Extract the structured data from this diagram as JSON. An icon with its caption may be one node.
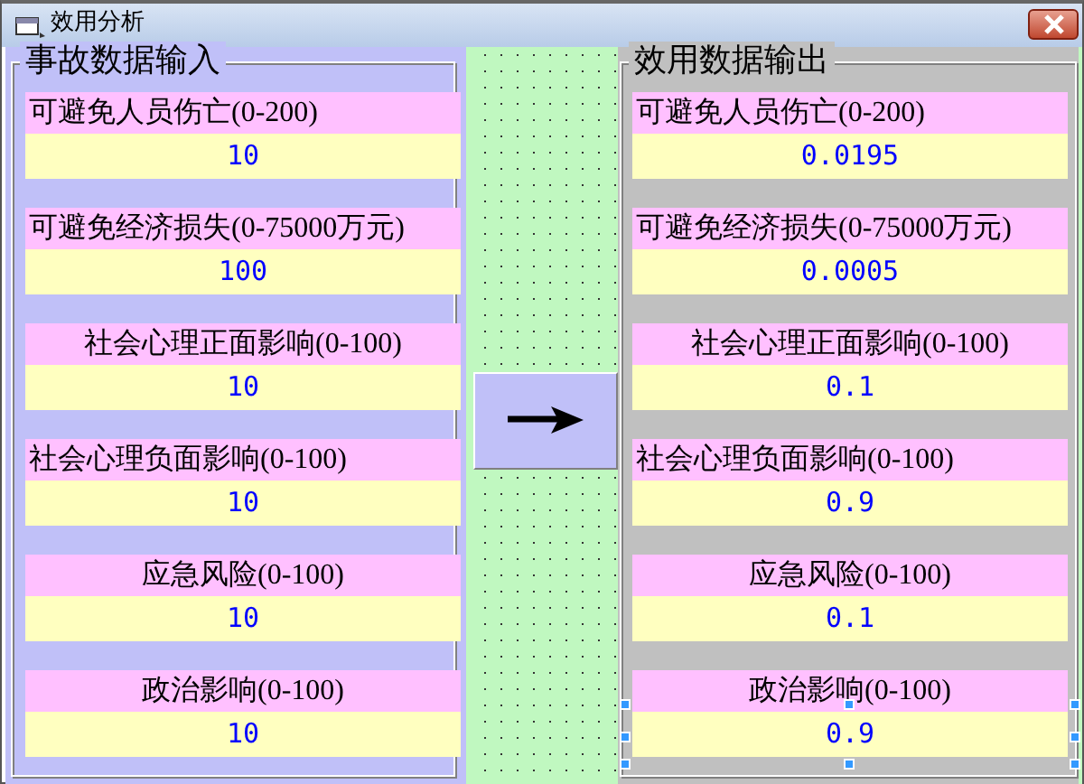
{
  "diagram": {
    "title": "效用分析",
    "nodes": [
      {
        "text": [
          "事故数据输入"
        ]
      },
      {
        "text": [
          "可避免人员伤亡(0-200)"
        ],
        "in": 0
      },
      {
        "text": [
          "10"
        ],
        "in": 0
      },
      {
        "text": [
          "可避免经济损失(0-75000万元)"
        ],
        "in": 0
      },
      {
        "text": [
          "100"
        ],
        "in": 0
      },
      {
        "text": [
          "社会心理正面影响(0-100)"
        ],
        "in": 0
      },
      {
        "text": [
          "10"
        ],
        "in": 0
      },
      {
        "text": [
          "社会心理负面影响(0-100)"
        ],
        "in": 0
      },
      {
        "text": [
          "10"
        ],
        "in": 0
      },
      {
        "text": [
          "应急风险(0-100)"
        ],
        "in": 0
      },
      {
        "text": [
          "10"
        ],
        "in": 0
      },
      {
        "text": [
          "政治影响(0-100)"
        ],
        "in": 0
      },
      {
        "text": [
          "10"
        ],
        "in": 0
      },
      {
        "text": [
          "效用数据输出"
        ]
      },
      {
        "text": [
          "可避免人员伤亡(0-200)"
        ],
        "in": 13
      },
      {
        "text": [
          "0.0195"
        ],
        "in": 13
      },
      {
        "text": [
          "可避免经济损失(0-75000万元)"
        ],
        "in": 13
      },
      {
        "text": [
          "0.0005"
        ],
        "in": 13
      },
      {
        "text": [
          "社会心理正面影响(0-100)"
        ],
        "in": 13
      },
      {
        "text": [
          "0.1"
        ],
        "in": 13
      },
      {
        "text": [
          "社会心理负面影响(0-100)"
        ],
        "in": 13
      },
      {
        "text": [
          "0.9"
        ],
        "in": 13
      },
      {
        "text": [
          "应急风险(0-100)"
        ],
        "in": 13
      },
      {
        "text": [
          "0.1"
        ],
        "in": 13
      },
      {
        "text": [
          "政治影响(0-100)"
        ],
        "in": 13
      },
      {
        "text": [
          "0.9"
        ],
        "in": 13
      },
      {
        "text": [],
        "shape": "box"
      }
    ]
  }
}
